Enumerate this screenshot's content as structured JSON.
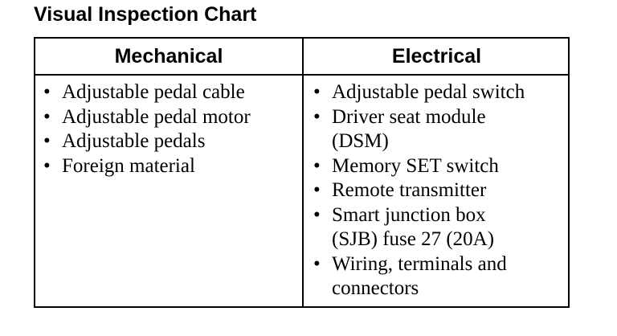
{
  "title": "Visual Inspection Chart",
  "table": {
    "headers": [
      "Mechanical",
      "Electrical"
    ],
    "bullet_glyph": "•",
    "mechanical_items": [
      [
        "Adjustable pedal cable"
      ],
      [
        "Adjustable pedal motor"
      ],
      [
        "Adjustable pedals"
      ],
      [
        "Foreign material"
      ]
    ],
    "electrical_items": [
      [
        "Adjustable pedal switch"
      ],
      [
        "Driver seat module",
        "(DSM)"
      ],
      [
        "Memory SET switch"
      ],
      [
        "Remote transmitter"
      ],
      [
        "Smart junction box",
        "(SJB) fuse 27 (20A)"
      ],
      [
        "Wiring, terminals and",
        "connectors"
      ]
    ]
  }
}
